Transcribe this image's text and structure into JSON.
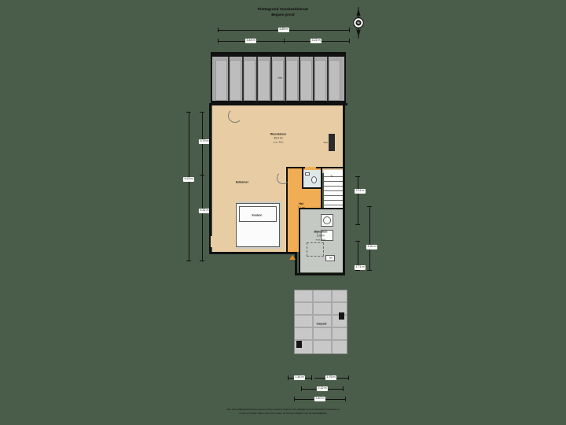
{
  "document": {
    "title_line1": "Plattegrond Voorbeeldstraat",
    "title_line2": "Begane grond"
  },
  "compass": {
    "label": "N",
    "icon": "compass-rose-icon"
  },
  "rooms": [
    {
      "id": "woonkamer",
      "name": "Woonkamer",
      "area": "40.9 m²",
      "height": "excl. 45m",
      "fill": "#e8cda4"
    },
    {
      "id": "eetkamer",
      "name": "Eetkamer",
      "area": "",
      "height": "",
      "fill": "#e8cda4"
    },
    {
      "id": "keuken",
      "name": "Keuken",
      "area": "",
      "height": "",
      "fill": "#c9cbc4"
    },
    {
      "id": "hal",
      "name": "Hal",
      "area": "7.1 m²",
      "height": "",
      "fill": "#f0ad54"
    },
    {
      "id": "bijkeuken",
      "name": "Bijkeuken",
      "area": "8.5 m²",
      "height": "excl. 46m",
      "fill": "#c4c9c4"
    },
    {
      "id": "carport",
      "name": "Carport",
      "area": "",
      "height": "",
      "fill": "#c2c2c2"
    }
  ],
  "annotations": {
    "stairs": "Tr.",
    "overhang": "O/H",
    "meterbox": "MK",
    "vide": "Vide"
  },
  "dimensions": {
    "top": [
      {
        "value": "6.89 m"
      },
      {
        "value": "3.44 m"
      },
      {
        "value": "3.22 m"
      }
    ],
    "left": [
      {
        "value": "3.79 m"
      },
      {
        "value": "9.23 m"
      },
      {
        "value": "4.42 m"
      }
    ],
    "right": [
      {
        "value": "2.11 m"
      },
      {
        "value": "4.20 m"
      },
      {
        "value": "1.71 m"
      }
    ],
    "bottom": [
      {
        "value": "1.44 m"
      },
      {
        "value": "1.76 m"
      },
      {
        "value": "2.12 m"
      },
      {
        "value": "3.40 m"
      }
    ]
  },
  "footer": {
    "line1": "Aan deze plattegrond kunnen geen rechten worden ontleend. De plattegrond is bedoeld als impressie en",
    "line2": "is niet op schaal. Maten zijn circa maten en kunnen afwijken van de werkelijkheid."
  },
  "colors": {
    "background": "#4a5c4a",
    "wall": "#111111",
    "living_fill": "#e8cda4",
    "hall_fill": "#f0ad54",
    "service_fill": "#c4c9c4",
    "roof_fill": "#a9a9a9",
    "carport_fill": "#c2c2c2"
  }
}
